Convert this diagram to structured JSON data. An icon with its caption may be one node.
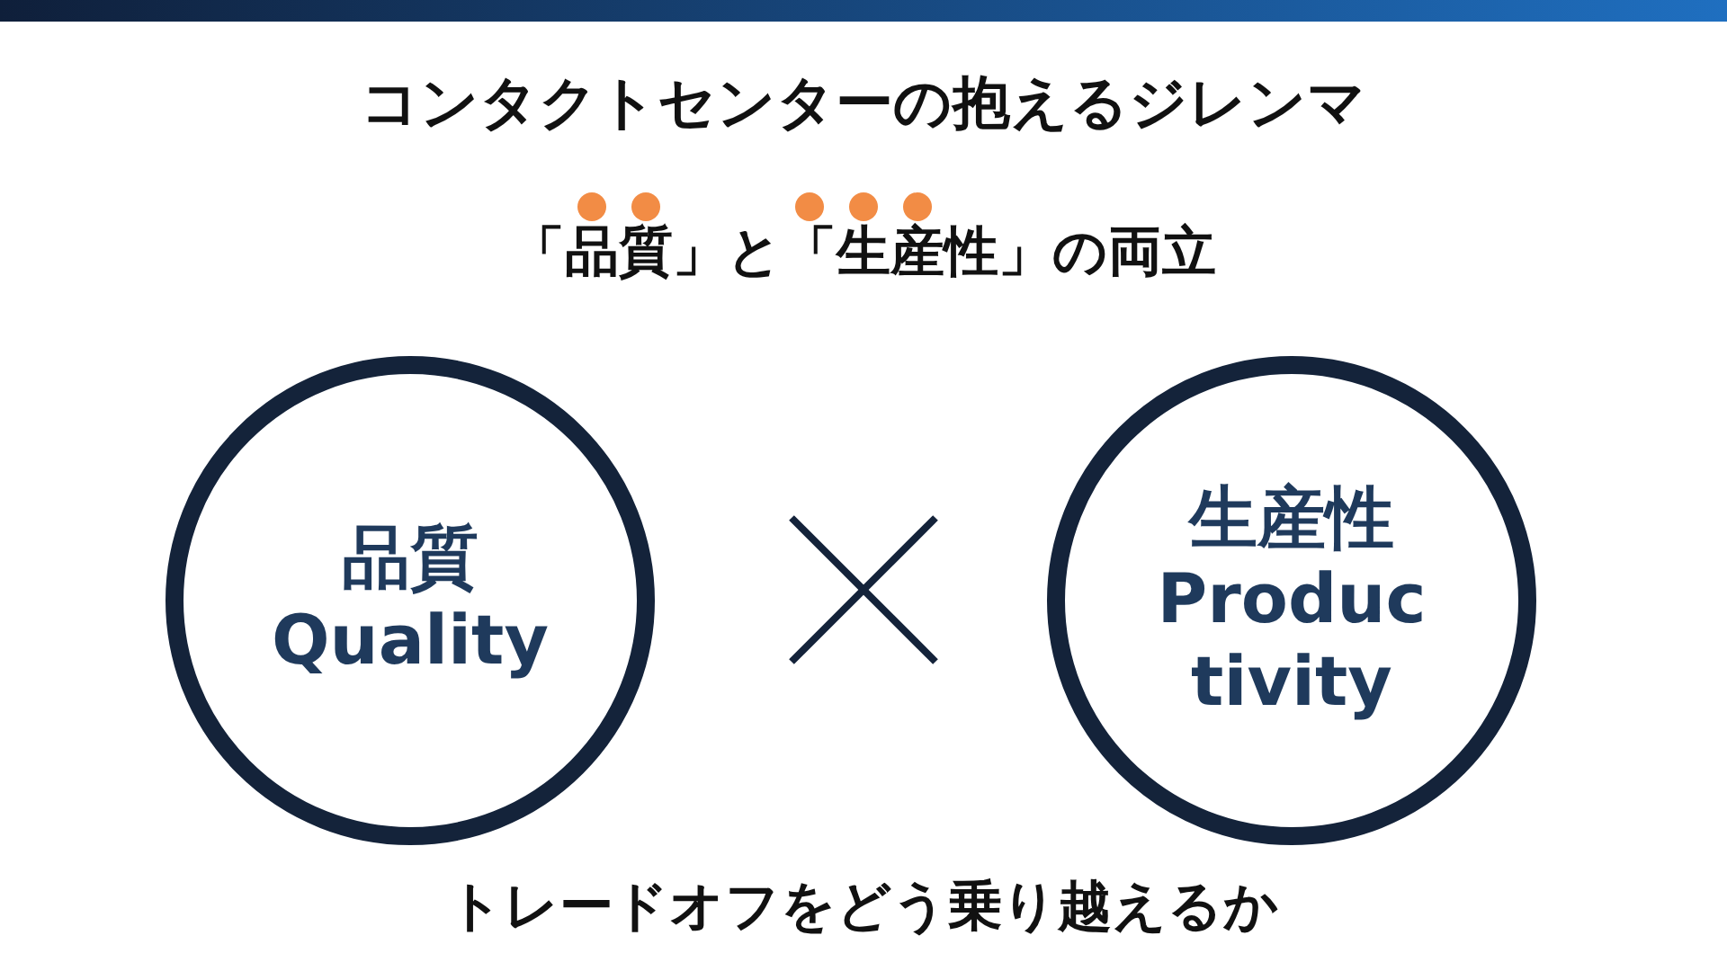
{
  "diagram": {
    "title": "コンタクトセンターの抱えるジレンマ",
    "nodes": [
      {
        "text": [
          "品質",
          "Quality"
        ]
      },
      {
        "text": [
          "生産性",
          "Productivity"
        ]
      }
    ],
    "labels": [
      "「品質」と「生産性」の両立",
      "トレードオフをどう乗り越えるか"
    ]
  }
}
